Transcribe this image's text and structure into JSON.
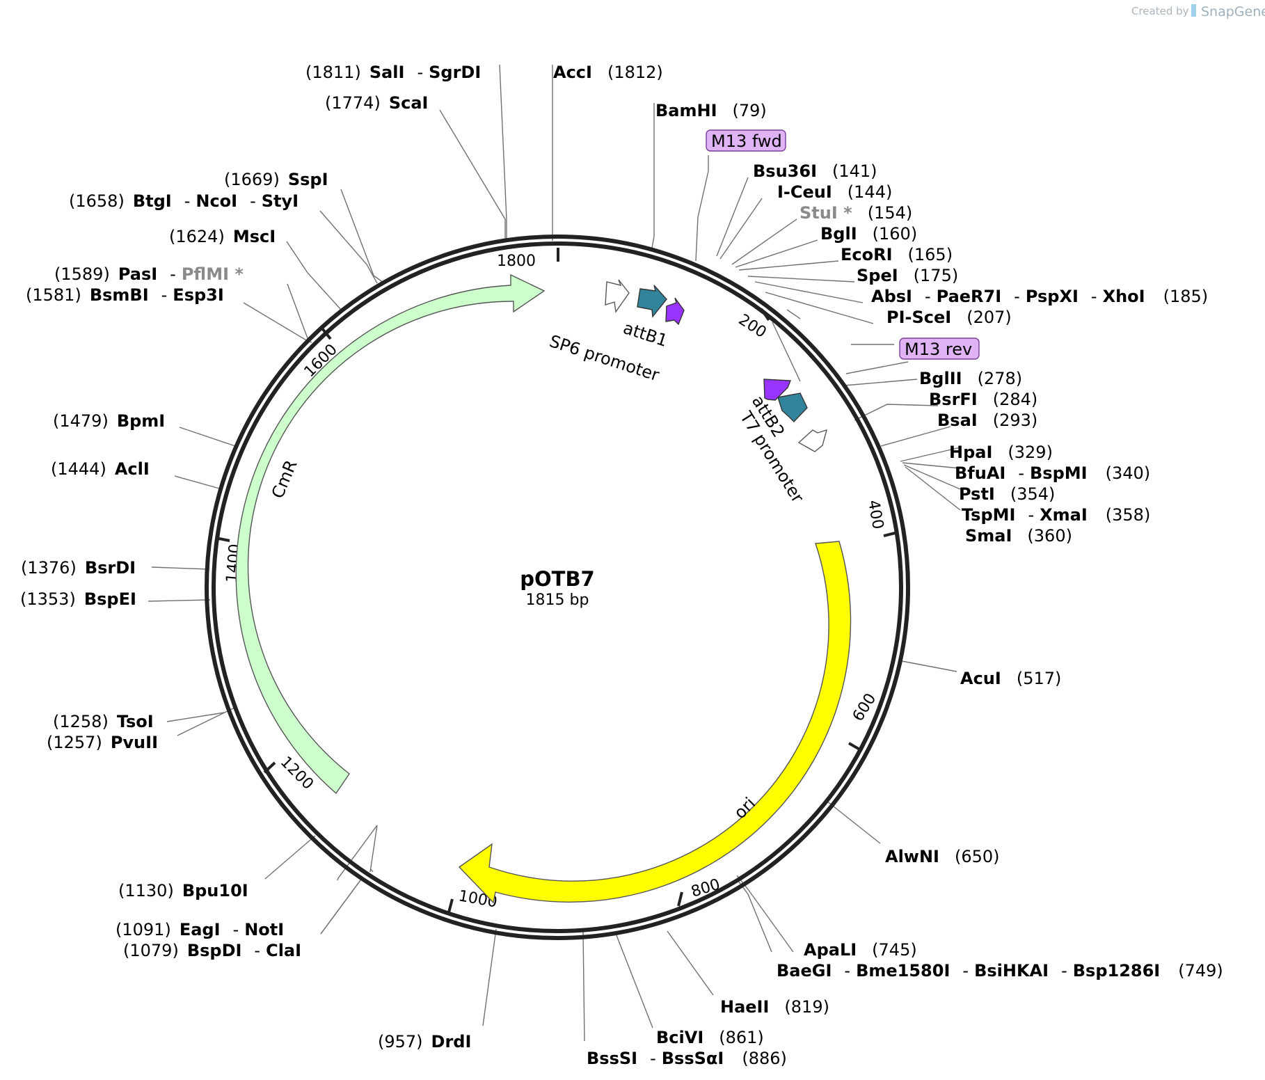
{
  "credit": {
    "prefix": "Created by",
    "brand": "SnapGene"
  },
  "plasmid": {
    "name": "pOTB7",
    "length_label": "1815 bp",
    "length": 1815
  },
  "ticks": [
    "200",
    "400",
    "600",
    "800",
    "1000",
    "1200",
    "1400",
    "1600",
    "1800"
  ],
  "features": [
    {
      "name": "CmR",
      "start": 1785,
      "end": 1218,
      "color": "#ccffcc",
      "direction": "forward"
    },
    {
      "name": "ori",
      "start": 418,
      "end": 1008,
      "color": "#ffff00",
      "direction": "reverse"
    },
    {
      "name": "attB1",
      "color": "#31849b"
    },
    {
      "name": "SP6 promoter",
      "color": "#ffffff"
    },
    {
      "name": "attB2",
      "color": "#31849b"
    },
    {
      "name": "T7 promoter",
      "color": "#ffffff"
    }
  ],
  "primers": [
    {
      "name": "M13 fwd",
      "color": "#e0b3f5"
    },
    {
      "name": "M13 rev",
      "color": "#e0b3f5"
    }
  ],
  "sites": [
    {
      "enzymes": [
        "SalI",
        "SgrDI"
      ],
      "position": "(1811)",
      "side": "left"
    },
    {
      "enzymes": [
        "AccI"
      ],
      "position": "(1812)",
      "side": "right"
    },
    {
      "enzymes": [
        "ScaI"
      ],
      "position": "(1774)",
      "side": "left"
    },
    {
      "enzymes": [
        "BamHI"
      ],
      "position": "(79)",
      "side": "right"
    },
    {
      "enzymes": [
        "Bsu36I"
      ],
      "position": "(141)",
      "side": "right"
    },
    {
      "enzymes": [
        "I-CeuI"
      ],
      "position": "(144)",
      "side": "right"
    },
    {
      "enzymes": [
        "StuI *"
      ],
      "position": "(154)",
      "side": "right",
      "dim": true
    },
    {
      "enzymes": [
        "BglI"
      ],
      "position": "(160)",
      "side": "right"
    },
    {
      "enzymes": [
        "EcoRI"
      ],
      "position": "(165)",
      "side": "right"
    },
    {
      "enzymes": [
        "SpeI"
      ],
      "position": "(175)",
      "side": "right"
    },
    {
      "enzymes": [
        "AbsI",
        "PaeR7I",
        "PspXI",
        "XhoI"
      ],
      "position": "(185)",
      "side": "right"
    },
    {
      "enzymes": [
        "PI-SceI"
      ],
      "position": "(207)",
      "side": "right"
    },
    {
      "enzymes": [
        "BglII"
      ],
      "position": "(278)",
      "side": "right"
    },
    {
      "enzymes": [
        "BsrFI"
      ],
      "position": "(284)",
      "side": "right"
    },
    {
      "enzymes": [
        "BsaI"
      ],
      "position": "(293)",
      "side": "right"
    },
    {
      "enzymes": [
        "HpaI"
      ],
      "position": "(329)",
      "side": "right"
    },
    {
      "enzymes": [
        "BfuAI",
        "BspMI"
      ],
      "position": "(340)",
      "side": "right"
    },
    {
      "enzymes": [
        "PstI"
      ],
      "position": "(354)",
      "side": "right"
    },
    {
      "enzymes": [
        "TspMI",
        "XmaI"
      ],
      "position": "(358)",
      "side": "right"
    },
    {
      "enzymes": [
        "SmaI"
      ],
      "position": "(360)",
      "side": "right"
    },
    {
      "enzymes": [
        "AcuI"
      ],
      "position": "(517)",
      "side": "right"
    },
    {
      "enzymes": [
        "AlwNI"
      ],
      "position": "(650)",
      "side": "right"
    },
    {
      "enzymes": [
        "ApaLI"
      ],
      "position": "(745)",
      "side": "right"
    },
    {
      "enzymes": [
        "BaeGI",
        "Bme1580I",
        "BsiHKAI",
        "Bsp1286I"
      ],
      "position": "(749)",
      "side": "right"
    },
    {
      "enzymes": [
        "HaeII"
      ],
      "position": "(819)",
      "side": "right"
    },
    {
      "enzymes": [
        "BciVI"
      ],
      "position": "(861)",
      "side": "right"
    },
    {
      "enzymes": [
        "BssSI",
        "BssSαI"
      ],
      "position": "(886)",
      "side": "right"
    },
    {
      "enzymes": [
        "DrdI"
      ],
      "position": "(957)",
      "side": "left"
    },
    {
      "enzymes": [
        "EagI",
        "NotI"
      ],
      "position": "(1091)",
      "side": "left"
    },
    {
      "enzymes": [
        "BspDI",
        "ClaI"
      ],
      "position": "(1079)",
      "side": "left"
    },
    {
      "enzymes": [
        "Bpu10I"
      ],
      "position": "(1130)",
      "side": "left"
    },
    {
      "enzymes": [
        "TsoI"
      ],
      "position": "(1258)",
      "side": "left"
    },
    {
      "enzymes": [
        "PvuII"
      ],
      "position": "(1257)",
      "side": "left"
    },
    {
      "enzymes": [
        "BspEI"
      ],
      "position": "(1353)",
      "side": "left"
    },
    {
      "enzymes": [
        "BsrDI"
      ],
      "position": "(1376)",
      "side": "left"
    },
    {
      "enzymes": [
        "AclI"
      ],
      "position": "(1444)",
      "side": "left"
    },
    {
      "enzymes": [
        "BpmI"
      ],
      "position": "(1479)",
      "side": "left"
    },
    {
      "enzymes": [
        "BsmBI",
        "Esp3I"
      ],
      "position": "(1581)",
      "side": "left"
    },
    {
      "enzymes": [
        "PasI",
        "PflMI *"
      ],
      "position": "(1589)",
      "side": "left",
      "dim_second": true
    },
    {
      "enzymes": [
        "MscI"
      ],
      "position": "(1624)",
      "side": "left"
    },
    {
      "enzymes": [
        "BtgI",
        "NcoI",
        "StyI"
      ],
      "position": "(1658)",
      "side": "left"
    },
    {
      "enzymes": [
        "SspI"
      ],
      "position": "(1669)",
      "side": "left"
    }
  ]
}
